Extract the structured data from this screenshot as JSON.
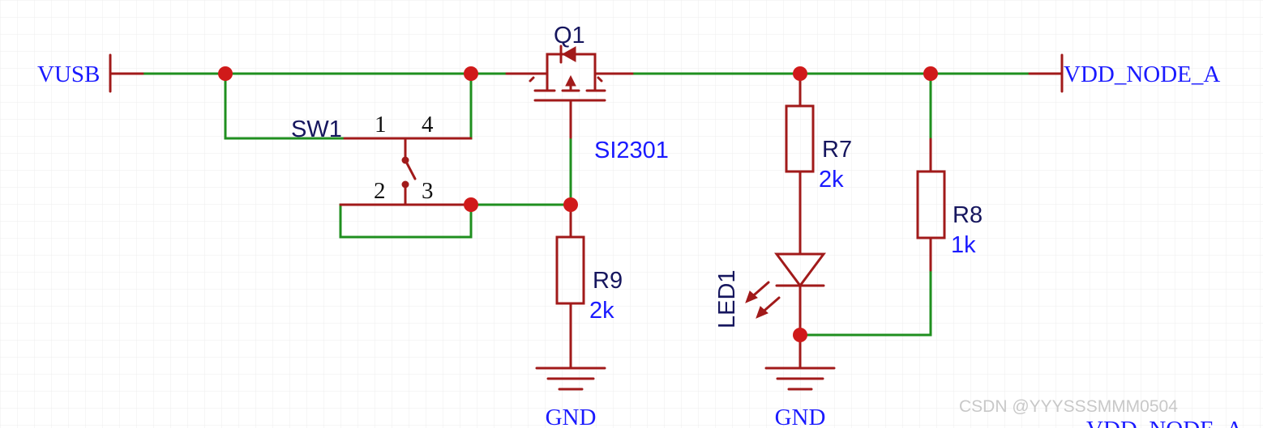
{
  "nets": {
    "vusb": "VUSB",
    "vdd_node": "VDD_NODE_A",
    "gnd_left": "GND",
    "gnd_right": "GND",
    "vdd_node_cut": "VDD_NODE_A"
  },
  "components": {
    "q1": {
      "ref": "Q1",
      "value": "SI2301"
    },
    "sw1": {
      "ref": "SW1",
      "pin1": "1",
      "pin2": "2",
      "pin3": "3",
      "pin4": "4"
    },
    "r7": {
      "ref": "R7",
      "value": "2k"
    },
    "r8": {
      "ref": "R8",
      "value": "1k"
    },
    "r9": {
      "ref": "R9",
      "value": "2k"
    },
    "led1": {
      "ref": "LED1"
    }
  },
  "watermark": "CSDN @YYYSSSMMM0504",
  "colors": {
    "wire": "#1f8f1f",
    "component": "#a11a1a",
    "junction": "#d01a1a",
    "net_label": "#1a1aff",
    "ref_label": "#16165e",
    "grid": "#e6e6e6"
  }
}
